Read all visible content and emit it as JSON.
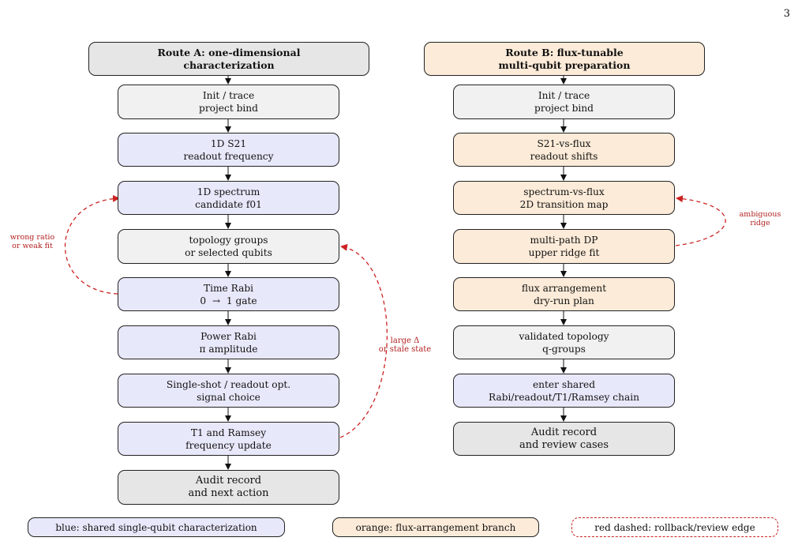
{
  "page_number": "3",
  "route_a": {
    "header": [
      "Route A: one-dimensional",
      "characterization"
    ],
    "steps": [
      {
        "lines": [
          "Init / trace",
          "project bind"
        ]
      },
      {
        "lines": [
          "1D S21",
          "readout frequency"
        ]
      },
      {
        "lines": [
          "1D spectrum",
          "candidate f01"
        ]
      },
      {
        "lines": [
          "topology groups",
          "or selected qubits"
        ]
      },
      {
        "lines": [
          "Time Rabi",
          "0  →  1 gate"
        ]
      },
      {
        "lines": [
          "Power Rabi",
          "π amplitude"
        ]
      },
      {
        "lines": [
          "Single-shot / readout opt.",
          "signal choice"
        ]
      },
      {
        "lines": [
          "T1 and Ramsey",
          "frequency update"
        ]
      },
      {
        "lines": [
          "Audit record",
          "and next action"
        ]
      }
    ]
  },
  "route_b": {
    "header": [
      "Route B: flux-tunable",
      "multi-qubit preparation"
    ],
    "steps": [
      {
        "lines": [
          "Init / trace",
          "project bind"
        ]
      },
      {
        "lines": [
          "S21-vs-flux",
          "readout shifts"
        ]
      },
      {
        "lines": [
          "spectrum-vs-flux",
          "2D transition map"
        ]
      },
      {
        "lines": [
          "multi-path DP",
          "upper ridge fit"
        ]
      },
      {
        "lines": [
          "flux arrangement",
          "dry-run plan"
        ]
      },
      {
        "lines": [
          "validated topology",
          "q-groups"
        ]
      },
      {
        "lines": [
          "enter shared",
          "Rabi/readout/T1/Ramsey chain"
        ]
      },
      {
        "lines": [
          "Audit record",
          "and review cases"
        ]
      }
    ]
  },
  "rollback_labels": {
    "wrong_ratio": [
      "wrong ratio",
      "or weak fit"
    ],
    "large_delta": [
      "large Δ",
      "or stale state"
    ],
    "ambiguous": [
      "ambiguous",
      "ridge"
    ]
  },
  "legend": {
    "blue": "blue: shared single-qubit characterization",
    "orange": "orange: flux-arrangement branch",
    "red": "red dashed: rollback/review edge"
  },
  "colors": {
    "blue_fill": "#e8e8fb",
    "orange_fill": "#fcebd8",
    "gray_fill": "#f1f1f1",
    "rollback": "#cc2222"
  }
}
